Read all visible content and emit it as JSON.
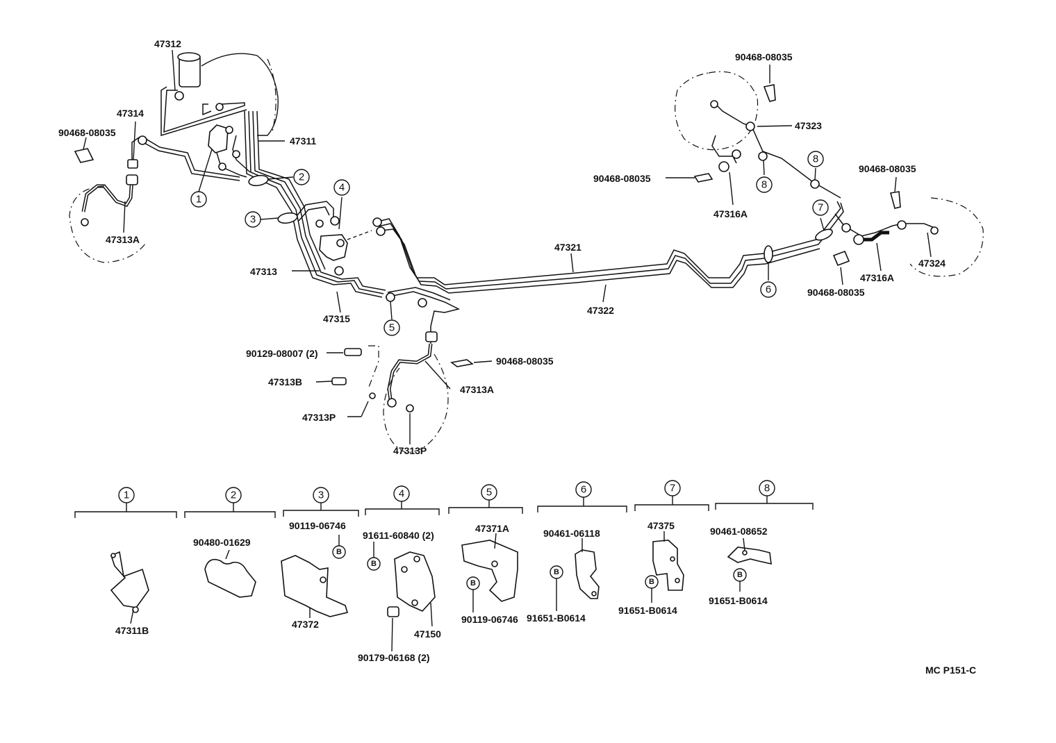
{
  "diagram_code": "MC P151-C",
  "part_labels": {
    "p47312": "47312",
    "p47314": "47314",
    "p90468_a": "90468-08035",
    "p47311": "47311",
    "p47313A_a": "47313A",
    "p47313": "47313",
    "p47315": "47315",
    "p47321": "47321",
    "p47322": "47322",
    "p90468_b": "90468-08035",
    "p47323": "47323",
    "p90468_c": "90468-08035",
    "p47316A_a": "47316A",
    "p90468_d": "90468-08035",
    "p47324": "47324",
    "p47316A_b": "47316A",
    "p90468_e": "90468-08035",
    "p90129": "90129-08007 (2)",
    "p90468_f": "90468-08035",
    "p47313B": "47313B",
    "p47313A_b": "47313A",
    "p47313P_a": "47313P",
    "p47313P_b": "47313P"
  },
  "callouts": {
    "c1": "1",
    "c2": "2",
    "c3": "3",
    "c4": "4",
    "c5": "5",
    "c6": "6",
    "c7": "7",
    "c8a": "8",
    "c8b": "8"
  },
  "detail_groups": [
    {
      "number": "1",
      "labels": [
        "47311B"
      ]
    },
    {
      "number": "2",
      "labels": [
        "90480-01629"
      ]
    },
    {
      "number": "3",
      "labels": [
        "90119-06746",
        "47372"
      ]
    },
    {
      "number": "4",
      "labels": [
        "91611-60840 (2)",
        "47150",
        "90179-06168 (2)"
      ]
    },
    {
      "number": "5",
      "labels": [
        "47371A",
        "90119-06746"
      ]
    },
    {
      "number": "6",
      "labels": [
        "90461-06118",
        "91651-B0614"
      ]
    },
    {
      "number": "7",
      "labels": [
        "47375",
        "91651-B0614"
      ]
    },
    {
      "number": "8",
      "labels": [
        "90461-08652",
        "91651-B0614"
      ]
    }
  ],
  "bolt_marker": "B"
}
